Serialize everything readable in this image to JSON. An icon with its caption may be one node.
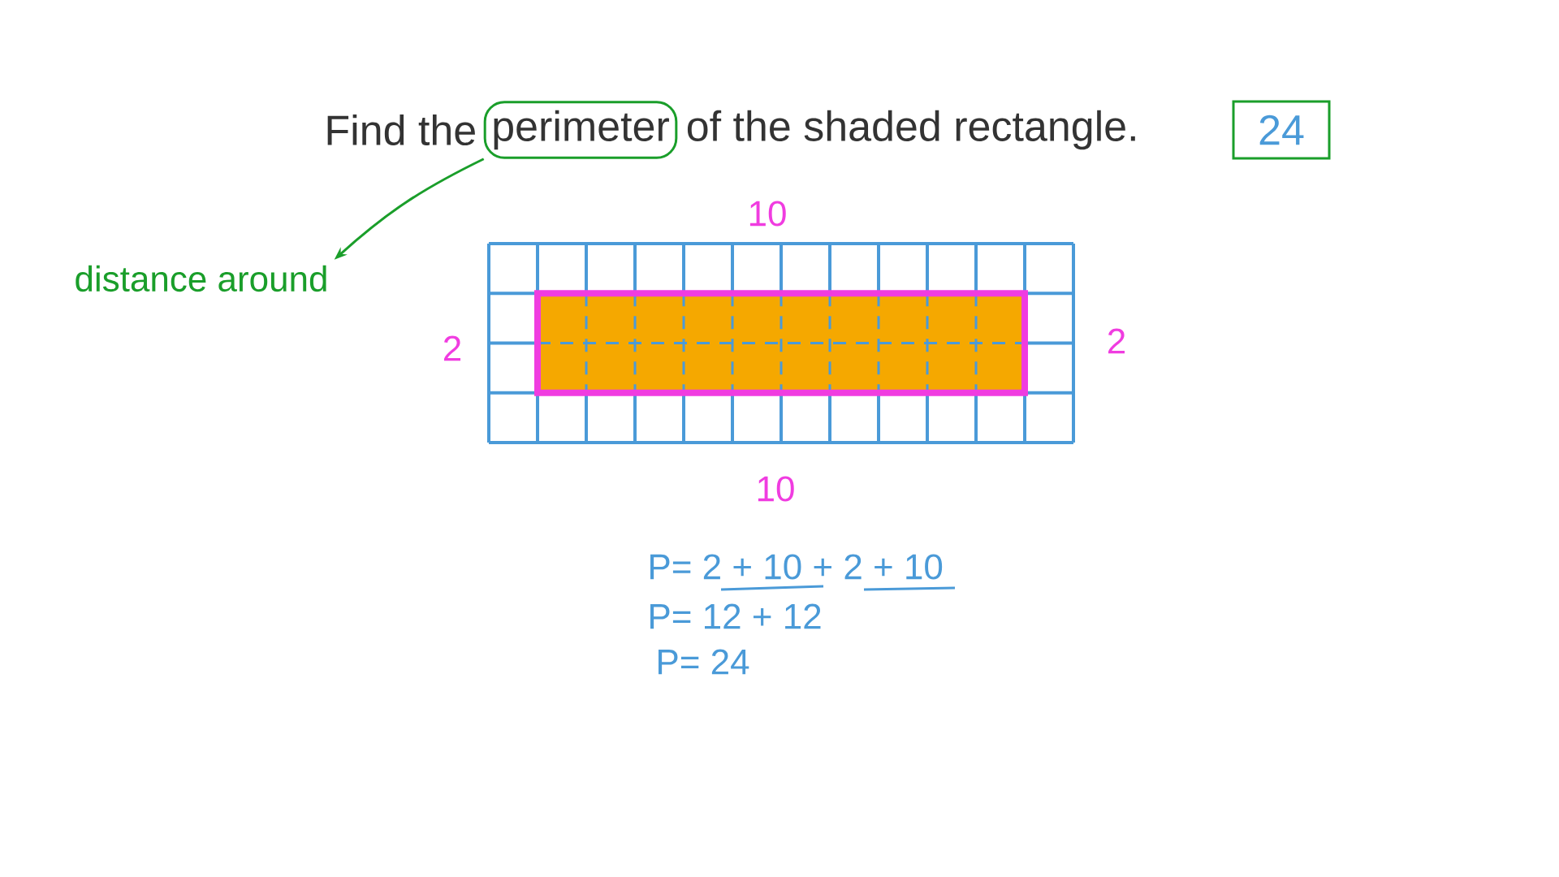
{
  "diagram": {
    "nodes": [
      {
        "text": [
          "perimeter"
        ]
      },
      {
        "text": [
          "distance around"
        ]
      },
      {
        "text": [
          "24"
        ]
      }
    ],
    "edges": [
      {
        "from": 0,
        "to": 1,
        "arrow": "to"
      }
    ],
    "labels": [
      "Find the",
      "of the shaded rectangle.",
      "10",
      "2",
      "2",
      "10",
      "P= 2 + 10 + 2 + 10",
      "P= 12 + 12",
      "P= 24"
    ]
  }
}
